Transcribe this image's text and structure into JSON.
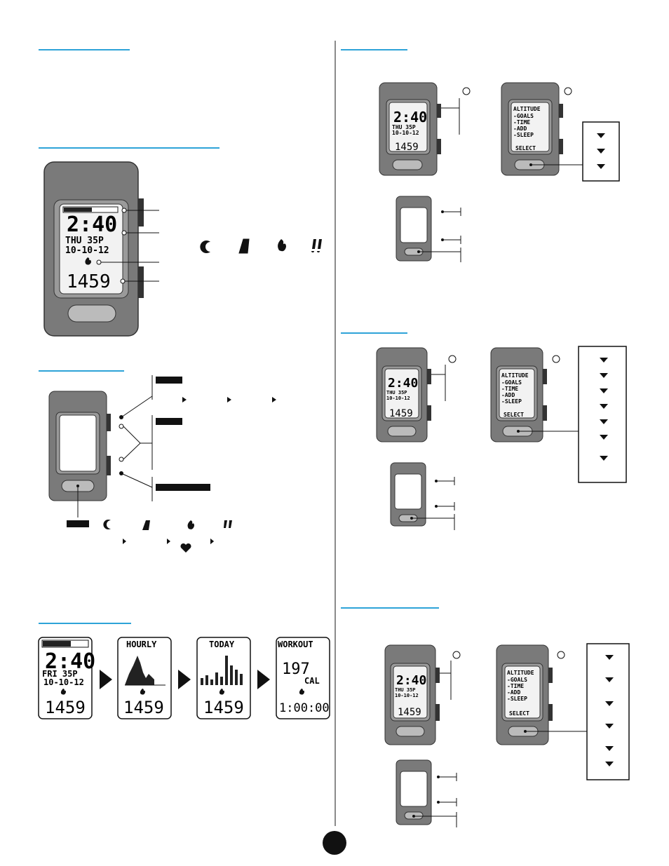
{
  "colors": {
    "accent": "#2ea3d8",
    "device_body": "#7a7a7a",
    "device_dark": "#555555",
    "screen": "#f2f2f2",
    "ink": "#111111"
  },
  "main_display": {
    "time": "2:40",
    "day_line": "THU 35P",
    "date_line": "10-10-12",
    "value": "1459"
  },
  "menu_screen": {
    "title": "ALTITUDE",
    "items": [
      "-GOALS",
      "-TIME",
      "-ADD",
      "-SLEEP"
    ],
    "footer": "SELECT"
  },
  "sequence": [
    {
      "heading": "",
      "line1": "2:40",
      "line2": "FRI 35P",
      "line3": "10-10-12",
      "value": "1459",
      "icon": "flame-icon"
    },
    {
      "heading": "HOURLY",
      "value": "1459",
      "icon": "flame-icon"
    },
    {
      "heading": "TODAY",
      "value": "1459",
      "icon": "flame-icon"
    },
    {
      "heading": "WORKOUT",
      "line1": "197",
      "line2": "CAL",
      "value": "1:00:00",
      "icon": "flame-icon"
    }
  ],
  "mode_icons": [
    "moon-icon",
    "road-icon",
    "flame-icon",
    "footprints-icon",
    "heart-icon"
  ]
}
